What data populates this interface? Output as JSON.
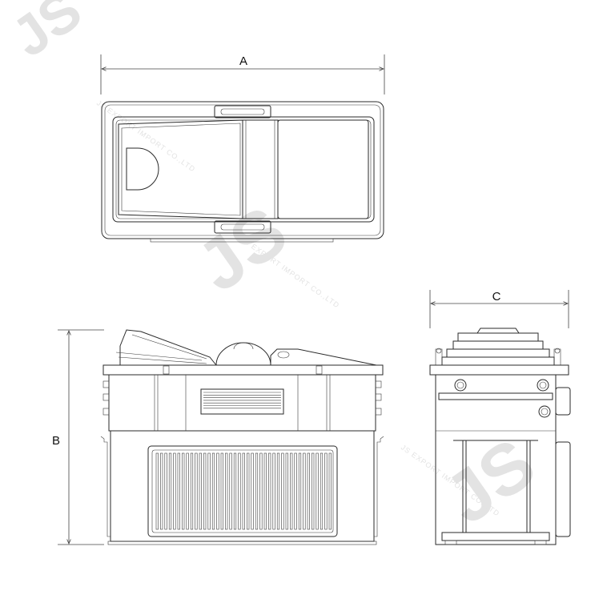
{
  "dimensions": {
    "width_label": "A",
    "height_label": "B",
    "depth_label": "C"
  },
  "watermark": {
    "logo_text": "JS",
    "company_text": "JS EXPORT IMPORT CO.,LTD"
  }
}
